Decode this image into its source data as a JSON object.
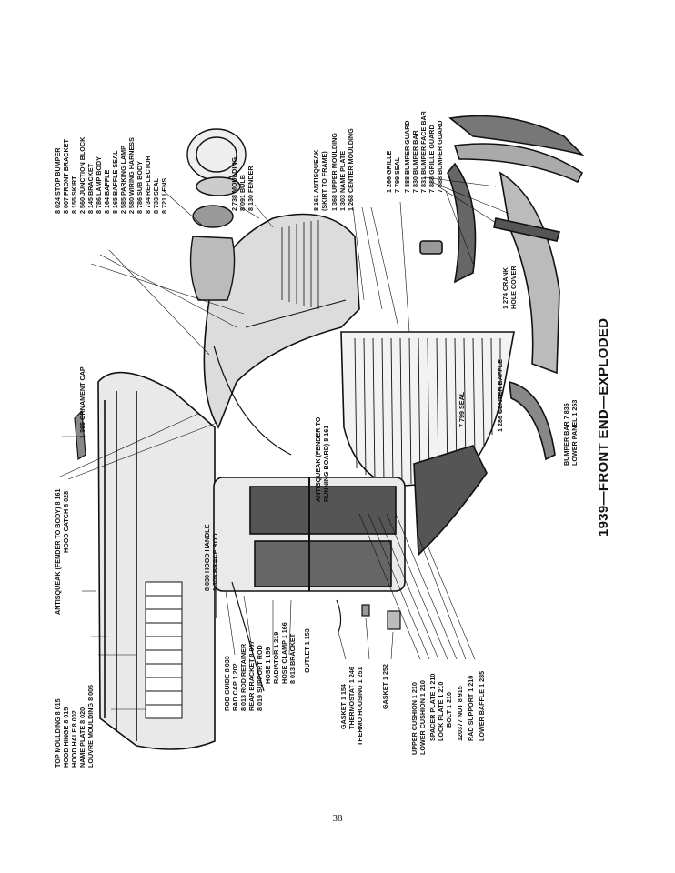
{
  "title": "1939—FRONT END—EXPLODED",
  "page_number": "38",
  "left_labels": [
    "TOP MOULDING 8 015",
    "HOOD HINGE 8 015",
    "HOOD HALF 8 002",
    "NAME PLATE 8 020",
    "LOUVRE MOULDING 8 005"
  ],
  "antisqueak_body": "ANTISQUEAK (FENDER TO BODY) 8 161",
  "hood_catch": "HOOD CATCH 8 028",
  "ornament_cap": "1 365 ORNAMENT CAP",
  "hood_handle": "8 030 HOOD HANDLE",
  "brace_rod": "1 309 BRACE ROD",
  "center_labels": [
    "ROD GUIDE 8 033",
    "RAD CAP 1 202",
    "8 013 ROD RETAINER",
    "REAR BRACKET 8 007",
    "8 019 SUPPORT ROD",
    "HOSE 1 159",
    "RADIATOR 1 219",
    "HOSE CLAMP 1 166",
    "8 013 BRACKET",
    "OUTLET 1 153"
  ],
  "thermo_labels": [
    "GASKET 1 154",
    "THERMOSTAT 1 246",
    "THERMO HOUSING 1 251",
    "GASKET 1 252"
  ],
  "radiator_mount_labels": [
    "UPPER CUSHION 1 210",
    "LOWER CUSHION 1 210",
    "SPACER PLATE 1 210",
    "LOCK PLATE 1 210",
    "BOLT 1 210",
    "120377 NUT 8 915",
    "RAD SUPPORT 1 210",
    "LOWER BAFFLE 1 285"
  ],
  "top_labels": [
    "8 024 STOP BUMPER",
    "8 007 FRONT BRACKET",
    "8 155 SKIRT",
    "2 560 JUNCTION BLOCK",
    "8 145 BRACKET",
    "8 786 LAMP BODY",
    "8 164 BAFFLE",
    "8 165 BAFFLE SEAL",
    "2 585 PARKING LAMP",
    "2 580 WIRING HARNESS",
    "8 786 SUB BODY",
    "8 734 REFLECTOR",
    "8 733 SEAL",
    "8 721 LENS"
  ],
  "top_labels_2": [
    "2 738 MOULDING",
    "8 091 BULB",
    "8 130 FENDER"
  ],
  "antisqueak_skirt": [
    "8 161 ANTISQUEAK",
    "(SKIRT TO FRAME)"
  ],
  "top_labels_3": [
    "1 368 UPPER MOULDING",
    "1 303 NAME PLATE",
    "1 268 CENTER MOULDING"
  ],
  "top_labels_4": [
    "1 266 GRILLE",
    "7 799 SEAL",
    "7 888 BUMPER GUARD",
    "7 830 BUMPER BAR",
    "7 831 BUMPER FACE BAR",
    "7 888 GRILLE GUARD",
    "7 888 BUMPER GUARD"
  ],
  "antisqueak_running": [
    "ANTISQUEAK (FENDER TO",
    "RUNNING BOARD) 8 161"
  ],
  "seal_mid": "7 799 SEAL",
  "center_baffle": "1 286 CENTER BAFFLE",
  "crank_cover": [
    "1 274 CRANK",
    "HOLE COVER"
  ],
  "bumper_bottom": [
    "BUMPER BAR 7 836",
    "LOWER PANEL 1 263"
  ]
}
